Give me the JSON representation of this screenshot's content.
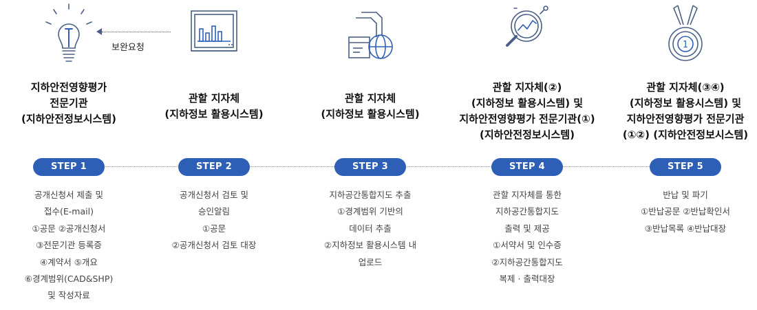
{
  "feedback": {
    "label": "보완요청"
  },
  "steps": [
    {
      "badge": "STEP 1",
      "title": [
        "지하안전영향평가",
        "전문기관",
        "(지하안전정보시스템)"
      ],
      "desc": [
        "공개신청서 제출 및",
        "접수(E-mail)",
        "①공문 ②공개신청서",
        "③전문기관 등록증",
        "④계약서 ⑤개요",
        "⑥경계범위(CAD&SHP)",
        "및 작성자료"
      ],
      "icon": "lightbulb-icon"
    },
    {
      "badge": "STEP 2",
      "title": [
        "관할 지자체",
        "(지하정보 활용시스템)"
      ],
      "desc": [
        "공개신청서 검토 및",
        "승인알림",
        "①공문",
        "②공개신청서 검토 대장"
      ],
      "icon": "monitor-chart-icon"
    },
    {
      "badge": "STEP 3",
      "title": [
        "관할 지자체",
        "(지하정보 활용시스템)"
      ],
      "desc": [
        "지하공간통합지도 추출",
        "①경계범위 기반의",
        "데이터 추출",
        "②지하정보 활용시스템 내",
        "업로드"
      ],
      "icon": "documents-globe-icon"
    },
    {
      "badge": "STEP 4",
      "title": [
        "관할 지자체(②)",
        "(지하정보 활용시스템) 및",
        "지하안전영향평가 전문기관(①)",
        "(지하안전정보시스템)"
      ],
      "desc": [
        "관할 지자체를 통한",
        "지하공간통합지도",
        "출력 및 제공",
        "①서약서 및 인수증",
        "②지하공간통합지도",
        "복제 · 출력대장"
      ],
      "icon": "magnifier-chart-icon"
    },
    {
      "badge": "STEP 5",
      "title": [
        "관할 지자체(③④)",
        "(지하정보 활용시스템) 및",
        "지하안전영향평가 전문기관",
        "(①②) (지하안전정보시스템)"
      ],
      "desc": [
        "반납 및 파기",
        "①반납공문 ②반납확인서",
        "③반납목록 ④반납대장"
      ],
      "icon": "medal-icon"
    }
  ]
}
